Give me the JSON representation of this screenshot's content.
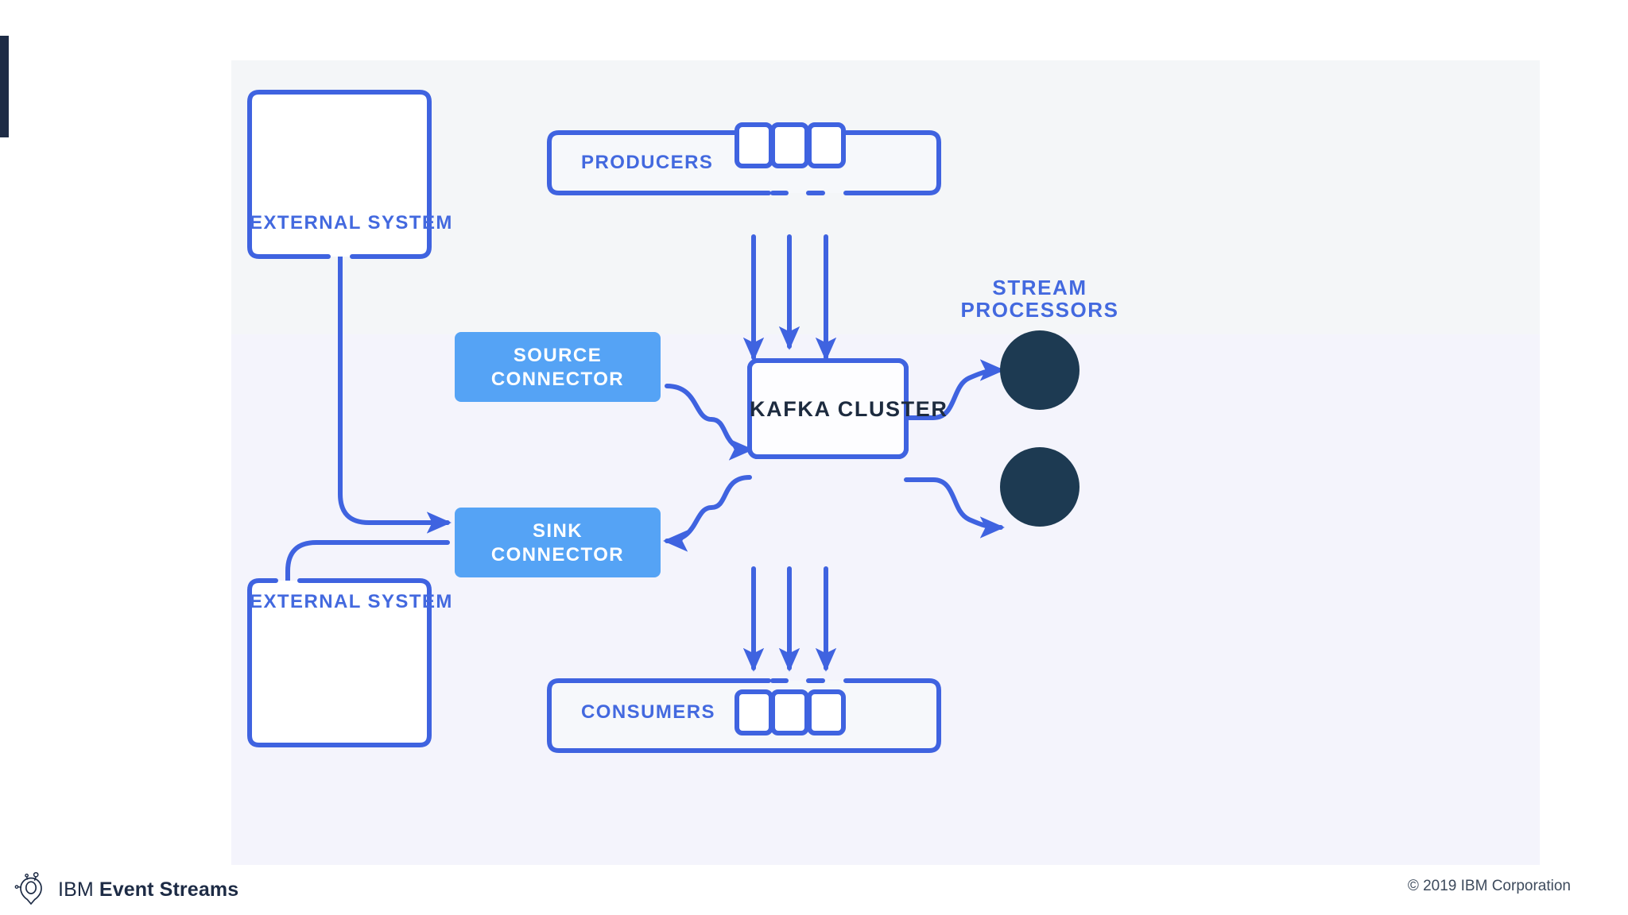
{
  "theme": {
    "page_bg": "#ffffff",
    "panel_bg_top": "#f4f6f8",
    "panel_bg_bottom": "#f4f4fc",
    "accent_bar": "#1d2b45",
    "stroke_blue": "#3f63e0",
    "label_blue": "#4369df",
    "fill_blue": "#55a3f5",
    "dark_navy": "#1d3a52",
    "text_dark": "#1d2b3f",
    "white": "#ffffff"
  },
  "diagram": {
    "title": "IBM Event Streams Kafka architecture",
    "nodes": {
      "external_system_top": {
        "label": "EXTERNAL SYSTEM",
        "style": "outlined"
      },
      "external_system_bottom": {
        "label": "EXTERNAL SYSTEM",
        "style": "outlined"
      },
      "source_connector": {
        "label_line1": "SOURCE",
        "label_line2": "CONNECTOR",
        "style": "filled"
      },
      "sink_connector": {
        "label_line1": "SINK",
        "label_line2": "CONNECTOR",
        "style": "filled"
      },
      "kafka_cluster": {
        "label": "KAFKA CLUSTER",
        "style": "outlined-dark-text"
      },
      "producers": {
        "label": "PRODUCERS",
        "style": "outlined",
        "client_count": 3
      },
      "consumers": {
        "label": "CONSUMERS",
        "style": "outlined",
        "client_count": 3
      },
      "stream_processors": {
        "label_line1": "STREAM",
        "label_line2": "PROCESSORS",
        "style": "label",
        "node_count": 2
      }
    },
    "flows": [
      {
        "from": "external_system_top",
        "to": "source_connector"
      },
      {
        "from": "source_connector",
        "to": "kafka_cluster"
      },
      {
        "from": "kafka_cluster",
        "to": "sink_connector"
      },
      {
        "from": "sink_connector",
        "to": "external_system_bottom"
      },
      {
        "from": "producers",
        "to": "kafka_cluster"
      },
      {
        "from": "kafka_cluster",
        "to": "consumers"
      },
      {
        "from": "kafka_cluster",
        "to": "stream_processor_1"
      },
      {
        "from": "kafka_cluster",
        "to": "stream_processor_2"
      }
    ]
  },
  "footer": {
    "logo_icon": "event-streams-logo-icon",
    "brand_prefix": "IBM ",
    "brand_name": "Event Streams",
    "copyright": "© 2019 IBM Corporation"
  }
}
